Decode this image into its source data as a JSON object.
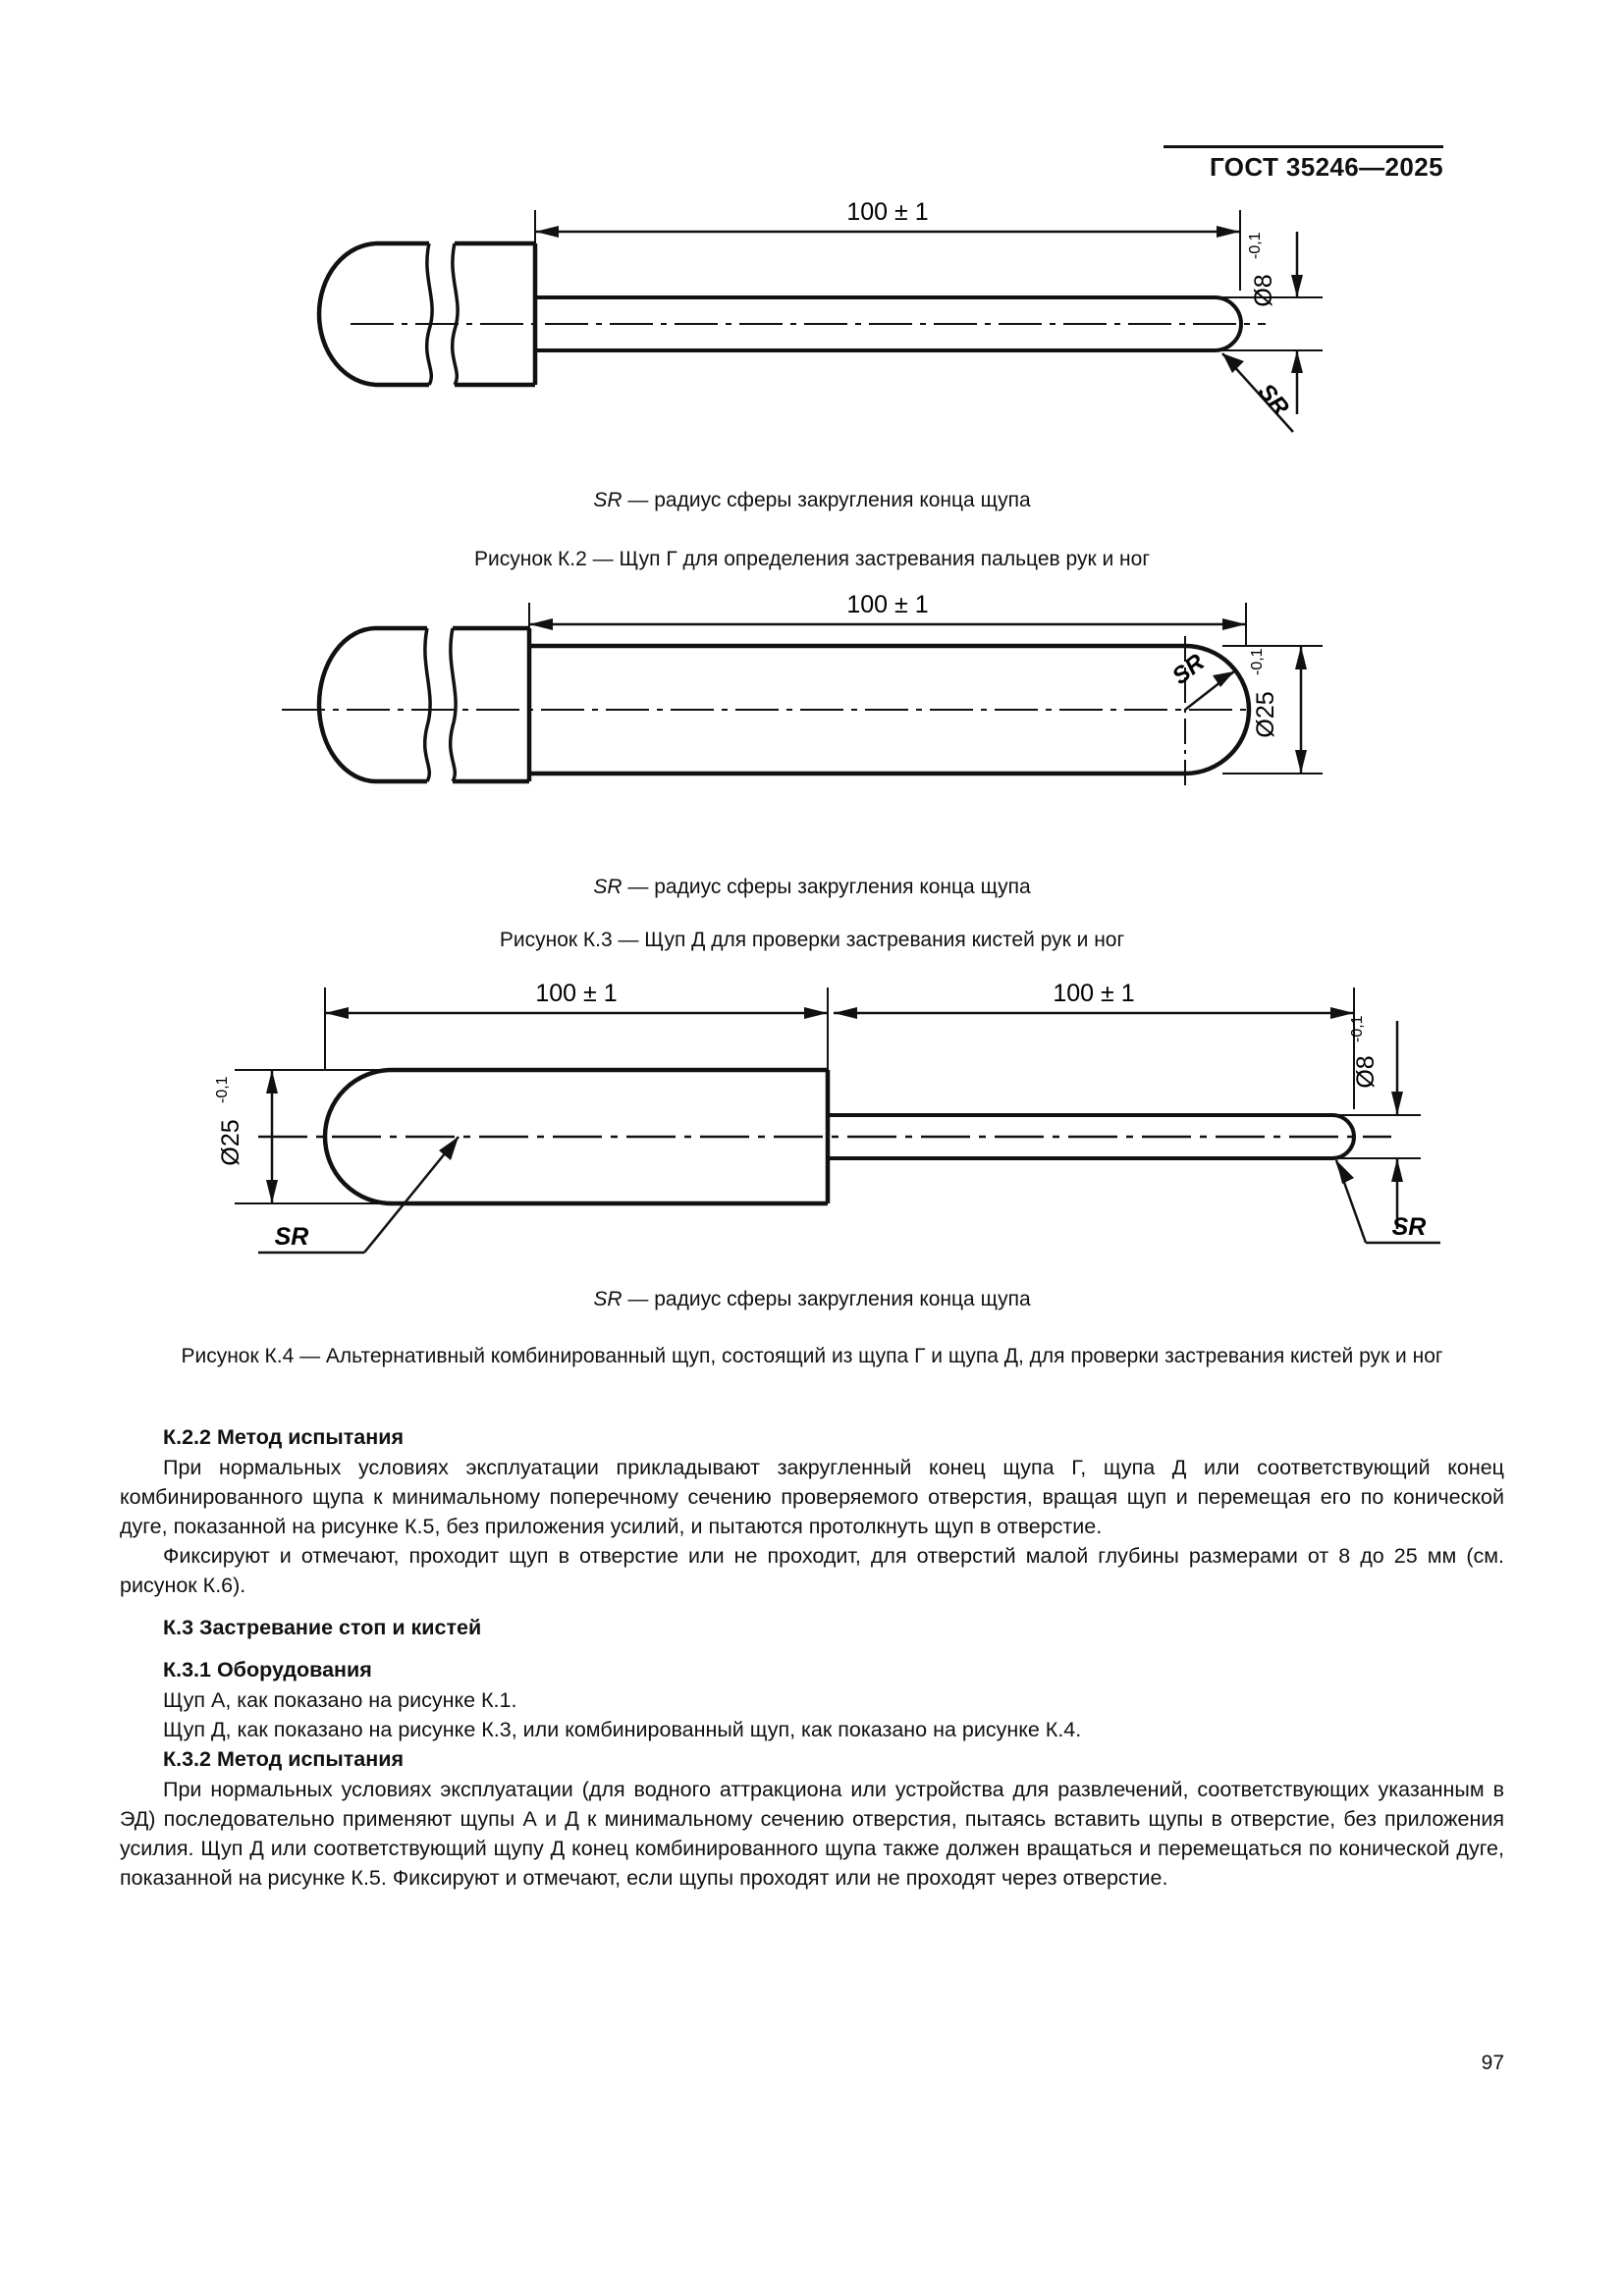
{
  "header": {
    "standard_title": "ГОСТ 35246—2025"
  },
  "figures": [
    {
      "id": "K.2",
      "legend": "— радиус сферы закругления конца щупа",
      "legend_symbol": "SR",
      "caption": "Рисунок К.2 — Щуп Г для определения застревания пальцев рук и ног",
      "dimensions": {
        "length": "100 ± 1",
        "diameter_value": "Ø8",
        "diameter_tolerance": "-0,1",
        "radius_label": "SR"
      }
    },
    {
      "id": "K.3",
      "legend": "— радиус сферы закругления конца щупа",
      "legend_symbol": "SR",
      "caption": "Рисунок К.3 — Щуп Д для проверки застревания кистей рук и ног",
      "dimensions": {
        "length": "100 ± 1",
        "diameter_value": "Ø25",
        "diameter_tolerance": "-0,1",
        "radius_label": "SR"
      }
    },
    {
      "id": "K.4",
      "legend": "— радиус сферы закругления конца щупа",
      "legend_symbol": "SR",
      "caption": "Рисунок К.4 — Альтернативный комбинированный щуп, состоящий из щупа Г и щупа Д, для проверки застревания кистей рук и ног",
      "dimensions": {
        "length_left": "100 ± 1",
        "length_right": "100 ± 1",
        "diameter_thick_value": "Ø25",
        "diameter_thick_tolerance": "-0,1",
        "diameter_thin_value": "Ø8",
        "diameter_thin_tolerance": "-0,1",
        "radius_label_left": "SR",
        "radius_label_right": "SR"
      }
    }
  ],
  "sections": {
    "k22_heading": "К.2.2 Метод испытания",
    "k22_p1": "При нормальных условиях эксплуатации прикладывают закругленный конец щупа Г, щупа Д или соответствующий конец комбинированного щупа к минимальному поперечному сечению проверяемого отверстия, вращая щуп и перемещая его по конической дуге, показанной на рисунке К.5, без приложения усилий, и пытаются протолкнуть щуп в отверстие.",
    "k22_p2": "Фиксируют и отмечают, проходит щуп в отверстие или не проходит, для отверстий малой глубины размерами от 8 до 25 мм (см. рисунок К.6).",
    "k3_heading": "К.3 Застревание стоп и кистей",
    "k31_heading": "К.3.1 Оборудования",
    "k31_p1": "Щуп А, как показано на рисунке К.1.",
    "k31_p2": "Щуп Д, как показано на рисунке К.3, или комбинированный щуп, как показано на рисунке К.4.",
    "k32_heading": "К.3.2 Метод испытания",
    "k32_p1": "При нормальных условиях эксплуатации (для водного аттракциона или устройства для развлечений, соответствующих указанным в ЭД) последовательно применяют щупы А и Д к минимальному сечению отверстия, пытаясь вставить щупы в отверстие, без приложения усилия. Щуп Д или соответствующий щупу Д конец комбинированного щупа также должен вращаться и перемещаться по конической дуге, показанной на рисунке К.5. Фиксируют и отмечают, если щупы проходят или не проходят через отверстие."
  },
  "footer": {
    "page_number": "97"
  }
}
